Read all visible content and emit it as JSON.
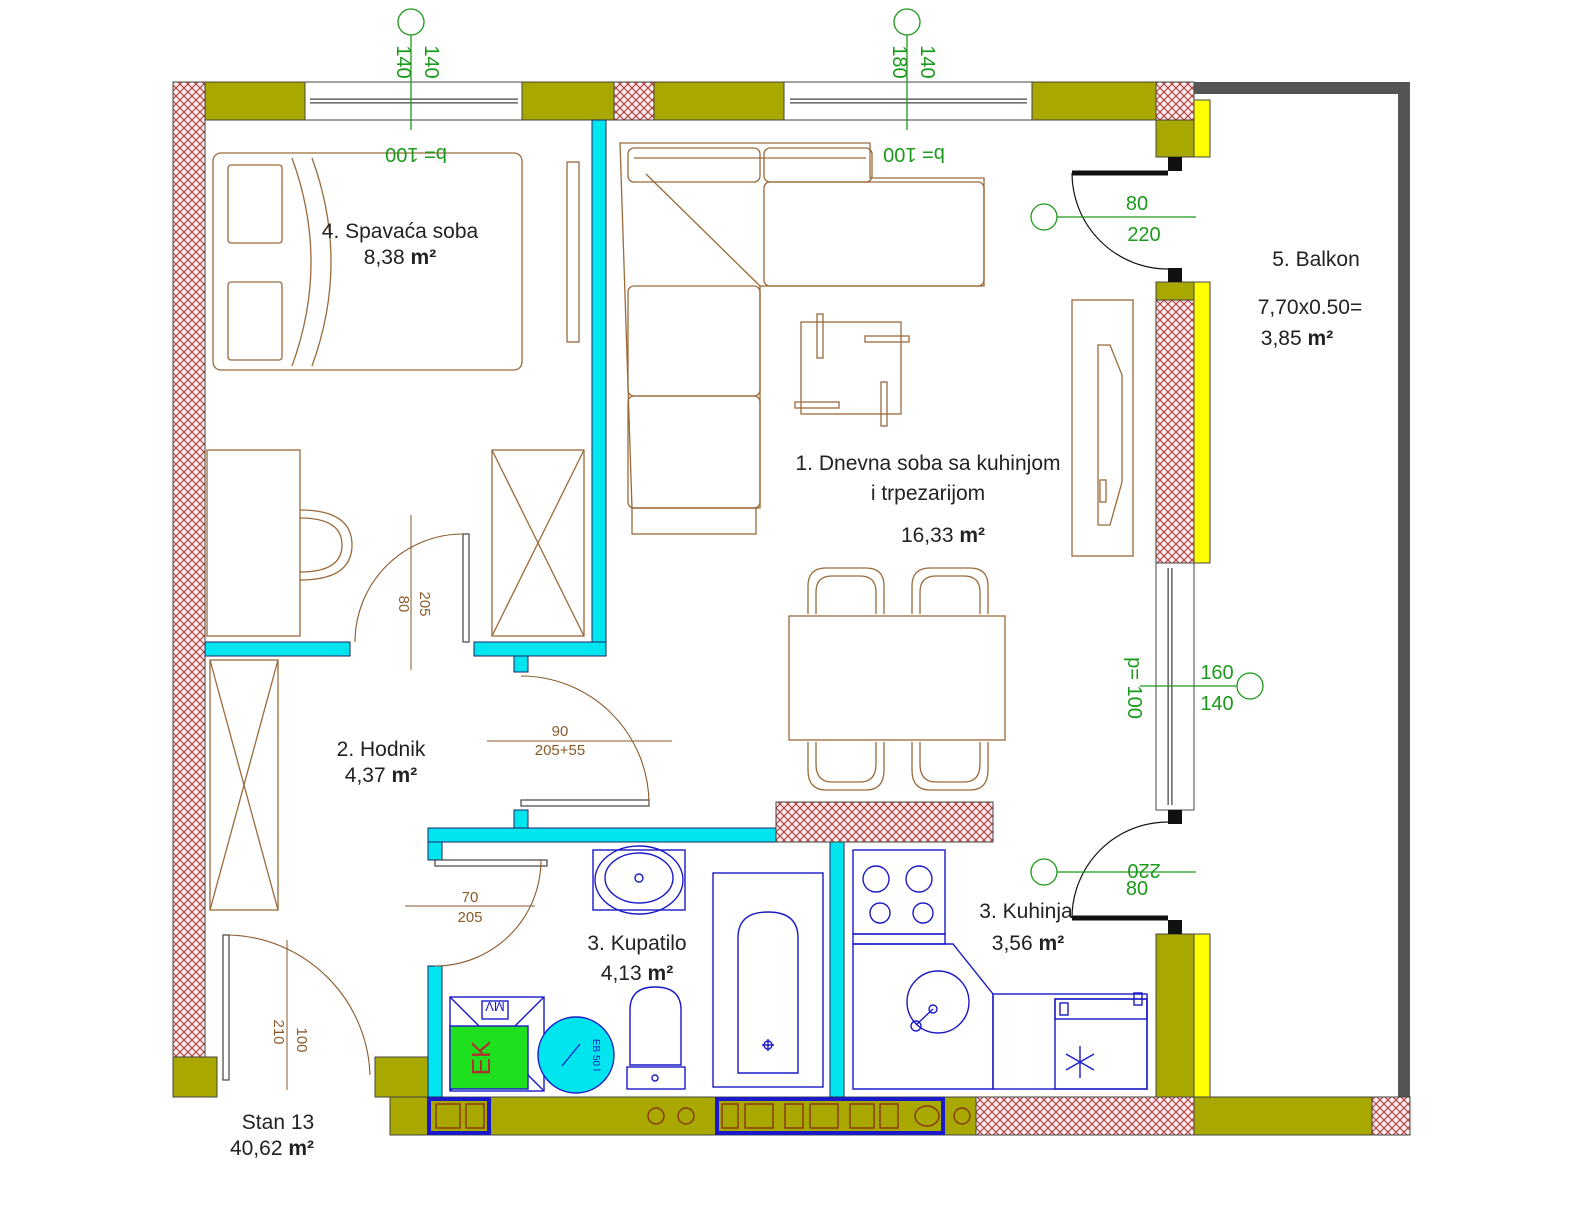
{
  "rooms": {
    "living": {
      "label_line1": "1. Dnevna soba sa kuhinjom",
      "label_line2": "i trpezarijom",
      "area_value": "16,33",
      "area_unit": "m²"
    },
    "hallway": {
      "label": "2. Hodnik",
      "area_value": "4,37",
      "area_unit": "m²"
    },
    "bathroom": {
      "label": "3. Kupatilo",
      "area_value": "4,13",
      "area_unit": "m²"
    },
    "kitchen": {
      "label": "3. Kuhinja",
      "area_value": "3,56",
      "area_unit": "m²"
    },
    "bedroom": {
      "label": "4. Spavaća soba",
      "area_value": "8,38",
      "area_unit": "m²"
    },
    "balcony": {
      "label": "5. Balkon",
      "area_formula": "7,70x0.50=",
      "area_value": "3,85",
      "area_unit": "m²"
    }
  },
  "apartment": {
    "label": "Stan 13",
    "area_value": "40,62",
    "area_unit": "m²"
  },
  "dimensions": {
    "window_top_left": {
      "top": "140",
      "bottom": "140",
      "sill": "b= 100"
    },
    "window_top_right": {
      "top": "180",
      "bottom": "140",
      "sill": "b= 100"
    },
    "balcony_door_top": {
      "width": "80",
      "height": "220"
    },
    "balcony_door_bottom": {
      "width": "80",
      "height": "220"
    },
    "window_right": {
      "width": "160",
      "height": "140",
      "sill": "p= 100"
    },
    "door_bedroom": {
      "width": "80",
      "height": "205"
    },
    "door_living": {
      "width": "90",
      "height": "205+55"
    },
    "door_bathroom": {
      "width": "70",
      "height": "205"
    },
    "door_entrance": {
      "width": "100",
      "height": "210"
    }
  },
  "fixtures": {
    "boiler": "EK",
    "washing_machine": "MV",
    "heater": "EB 50 l"
  },
  "colors": {
    "concrete": "#a8a800",
    "partition": "#00e5ee",
    "insulation": "#ffff00",
    "brick_hatch": "#b03030",
    "furniture": "#9a6a3a",
    "sanitary": "#1a1ac8",
    "dimension": "#1a9a1a",
    "balcony_rail": "#555555"
  }
}
